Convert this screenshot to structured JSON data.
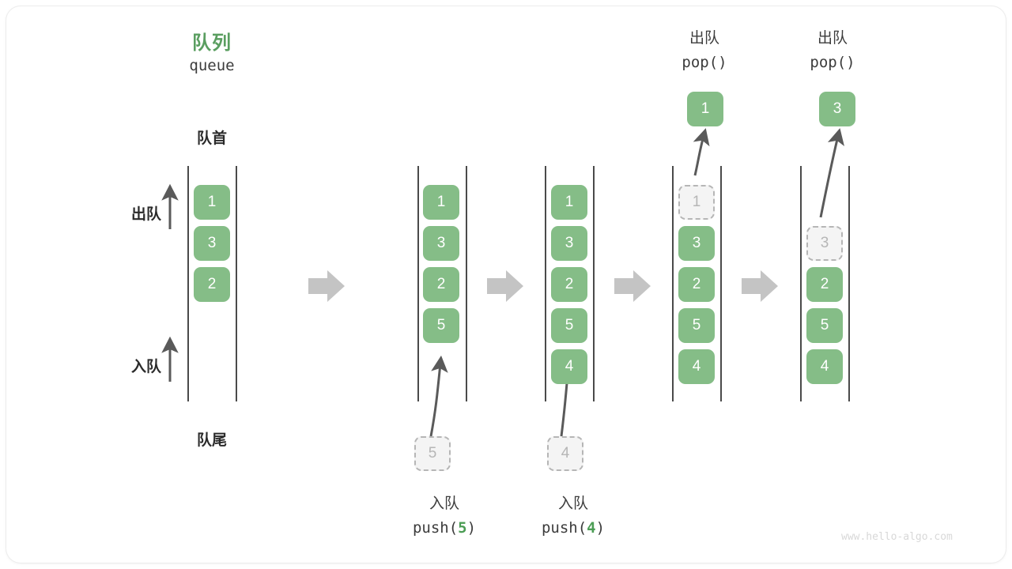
{
  "diagram": {
    "title_cn": "队列",
    "title_code": "queue",
    "front_label": "队首",
    "rear_label": "队尾",
    "dequeue_side_label": "出队",
    "enqueue_side_label": "入队",
    "watermark": "www.hello-algo.com",
    "colors": {
      "accent_green": "#85bd87",
      "title_green": "#5a9e60",
      "ghost_gray": "#b6b6b6",
      "rail_dark": "#4a4a4a",
      "block_arrow_gray": "#c4c4c4",
      "text_dark": "#2b2b2b"
    }
  },
  "steps": [
    {
      "id": "step-initial",
      "caption_cn": "",
      "caption_code": "",
      "caption_arg": "",
      "cells": [
        "1",
        "3",
        "2"
      ],
      "ghost_index": -1,
      "float_value": "",
      "has_incoming": false,
      "incoming_value": ""
    },
    {
      "id": "step-push-5",
      "caption_cn": "入队",
      "caption_code_pre": "push(",
      "caption_arg": "5",
      "caption_code_post": ")",
      "cells": [
        "1",
        "3",
        "2",
        "5"
      ],
      "ghost_index": -1,
      "float_value": "",
      "has_incoming": true,
      "incoming_value": "5"
    },
    {
      "id": "step-push-4",
      "caption_cn": "入队",
      "caption_code_pre": "push(",
      "caption_arg": "4",
      "caption_code_post": ")",
      "cells": [
        "1",
        "3",
        "2",
        "5",
        "4"
      ],
      "ghost_index": -1,
      "float_value": "",
      "has_incoming": true,
      "incoming_value": "4"
    },
    {
      "id": "step-pop-1",
      "caption_cn": "出队",
      "caption_code_pre": "pop(",
      "caption_arg": "",
      "caption_code_post": ")",
      "cells": [
        "1",
        "3",
        "2",
        "5",
        "4"
      ],
      "ghost_index": 0,
      "float_value": "1",
      "has_incoming": false,
      "incoming_value": ""
    },
    {
      "id": "step-pop-3",
      "caption_cn": "出队",
      "caption_code_pre": "pop(",
      "caption_arg": "",
      "caption_code_post": ")",
      "cells": [
        "3",
        "2",
        "5",
        "4"
      ],
      "ghost_index": 0,
      "float_value": "3",
      "has_incoming": false,
      "incoming_value": ""
    }
  ],
  "labels": {
    "pop_top_cn_4": "出队",
    "pop_top_code_4": "pop()",
    "pop_top_cn_5": "出队",
    "pop_top_code_5": "pop()",
    "push_cn_2": "入队",
    "push_code_2": "push(5)",
    "push_cn_3": "入队",
    "push_code_3": "push(4)"
  }
}
